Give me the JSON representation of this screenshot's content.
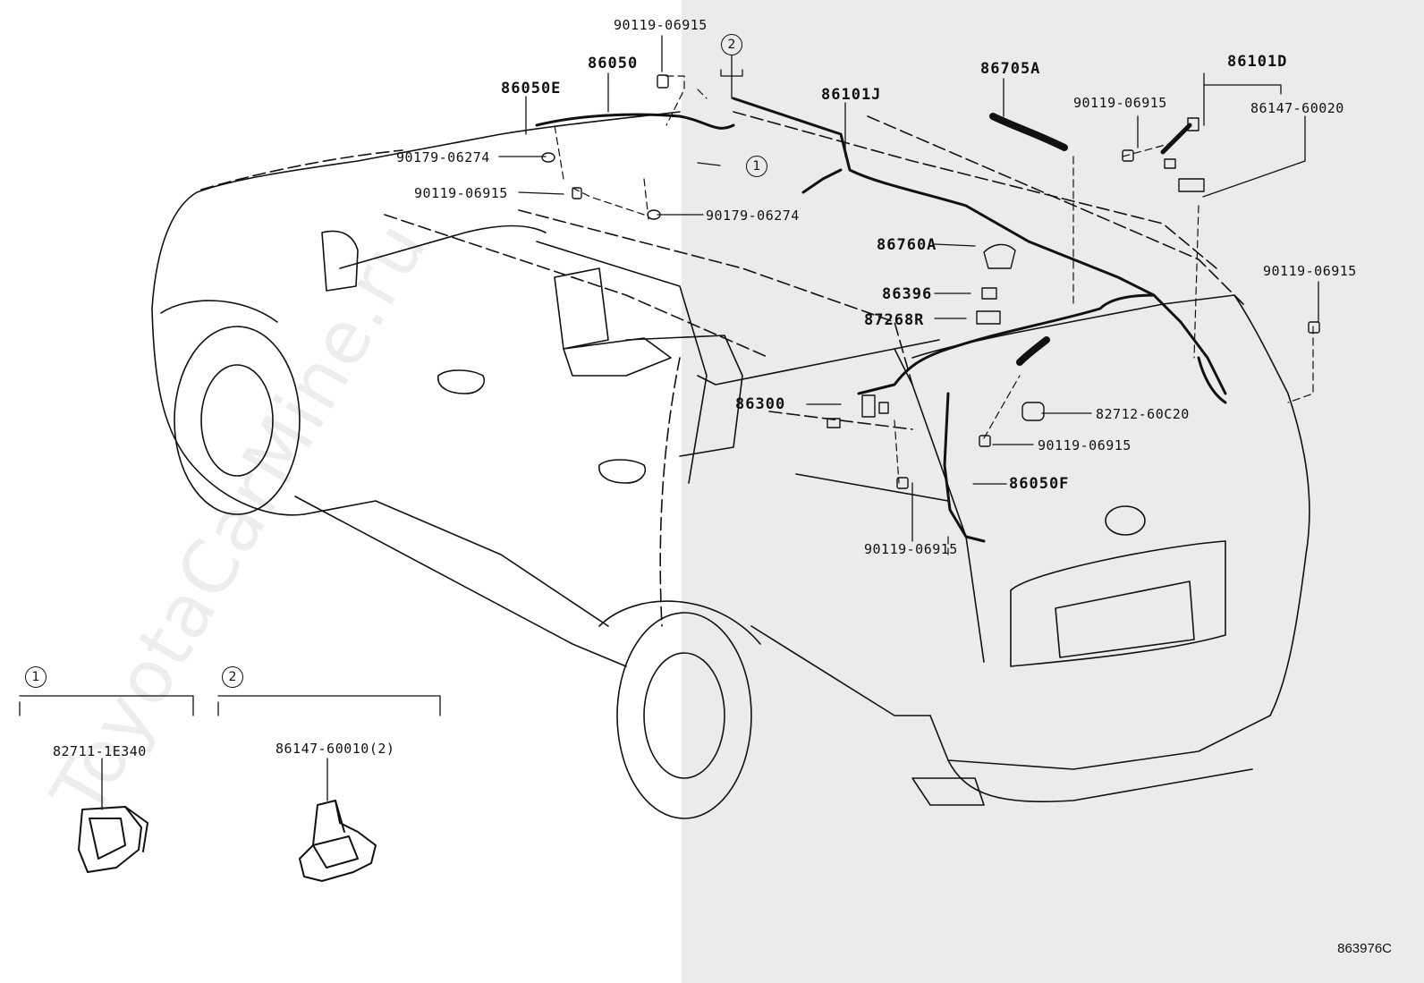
{
  "labels": {
    "p90119_06915_top": "90119-06915",
    "circle2_top": "2",
    "p86050": "86050",
    "p86050E": "86050E",
    "p86101J": "86101J",
    "p86705A": "86705A",
    "p86101D": "86101D",
    "p90119_06915_r1": "90119-06915",
    "p86147_60020": "86147-60020",
    "p90179_06274_a": "90179-06274",
    "circle1_top": "1",
    "p90119_06915_l": "90119-06915",
    "p90179_06274_b": "90179-06274",
    "p86760A": "86760A",
    "p86396": "86396",
    "p87268R": "87268R",
    "p90119_06915_r2": "90119-06915",
    "p86300": "86300",
    "p82712_60C20": "82712-60C20",
    "p90119_06915_c": "90119-06915",
    "p86050F": "86050F",
    "p90119_06915_b": "90119-06915",
    "circle1_detail": "1",
    "circle2_detail": "2",
    "p82711_1E340": "82711-1E340",
    "p86147_60010": "86147-60010(2)"
  },
  "watermark": "ToyotaCarMine.ru",
  "figure_id": "863976C"
}
